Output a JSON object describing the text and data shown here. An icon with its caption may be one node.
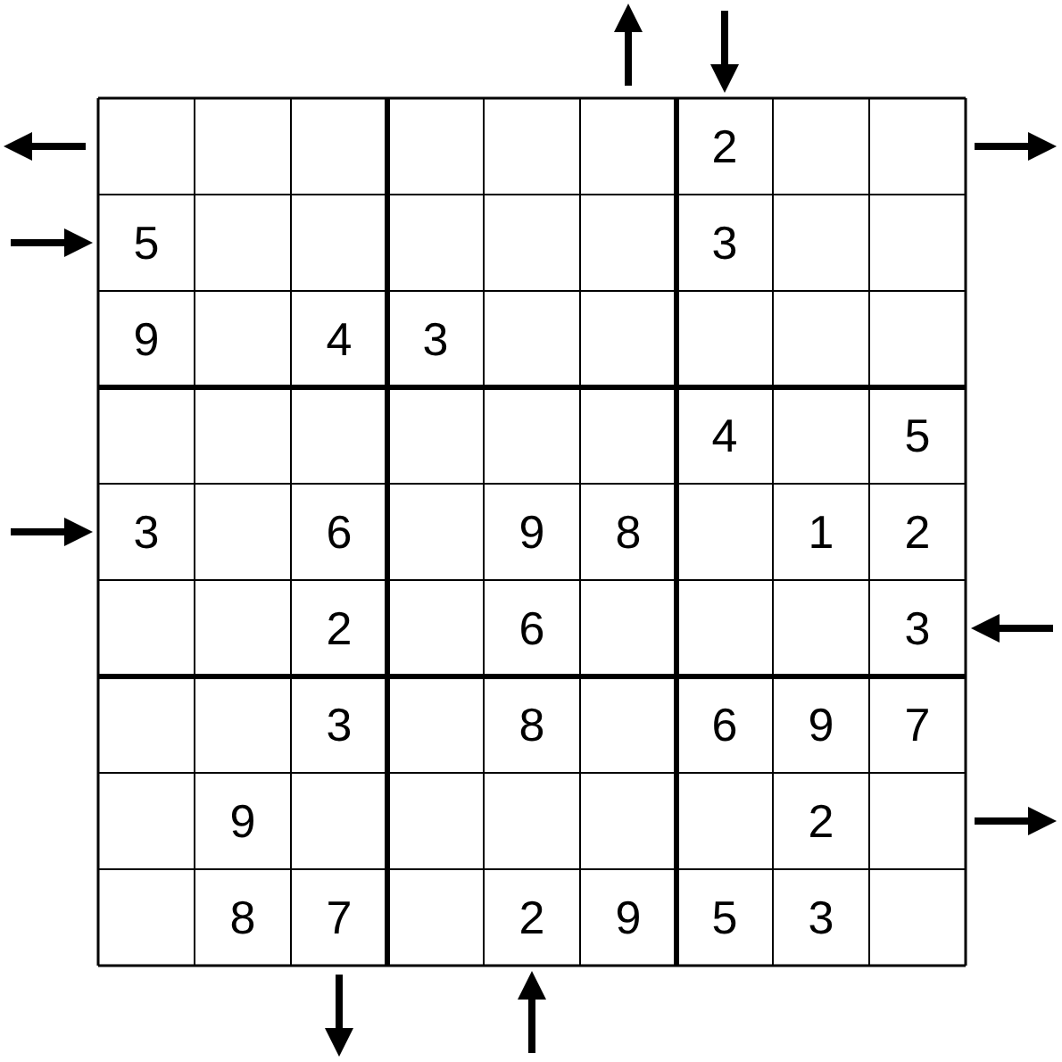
{
  "diagram": {
    "labels": [
      "2",
      "5",
      "3",
      "9",
      "4",
      "3",
      "4",
      "5",
      "3",
      "6",
      "9",
      "8",
      "1",
      "2",
      "2",
      "6",
      "3",
      "3",
      "8",
      "6",
      "9",
      "7",
      "9",
      "2",
      "8",
      "7",
      "2",
      "9",
      "5",
      "3"
    ]
  }
}
